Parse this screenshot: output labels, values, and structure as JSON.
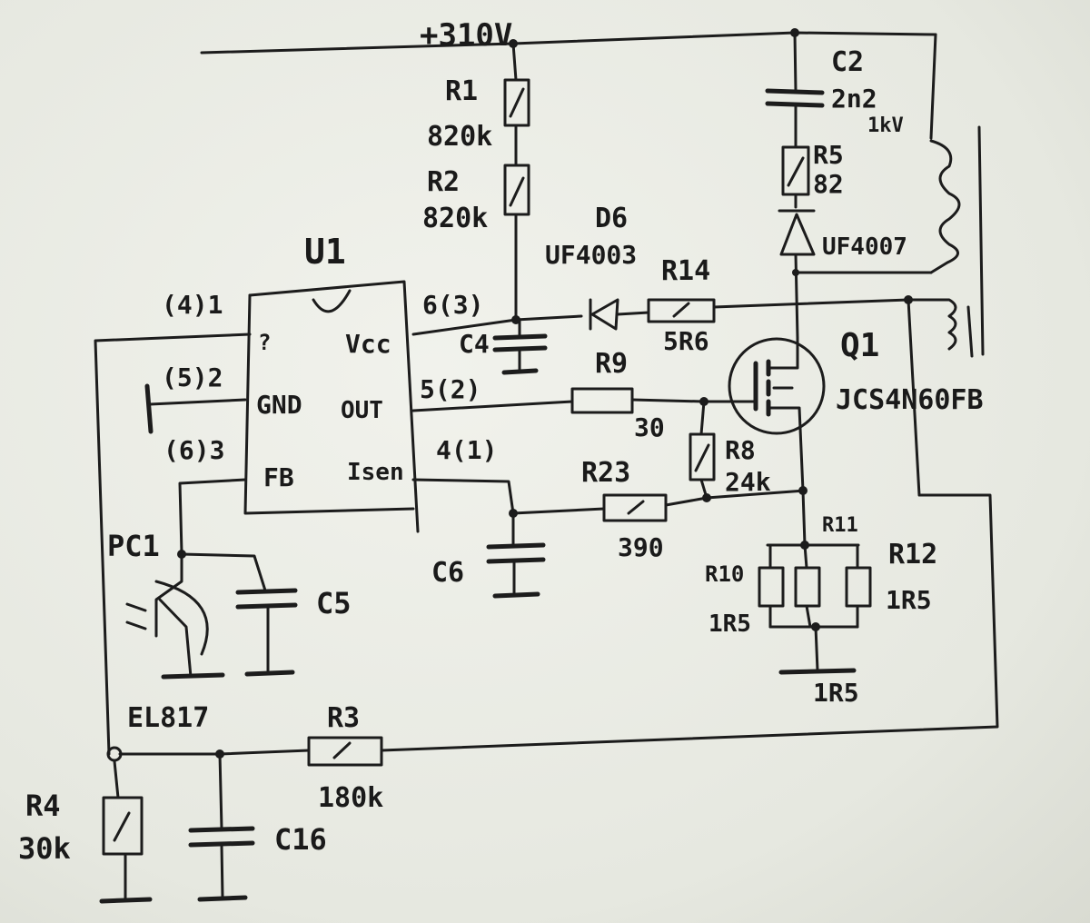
{
  "supply": "+310V",
  "components": {
    "r1": {
      "ref": "R1",
      "value": "820k"
    },
    "r2": {
      "ref": "R2",
      "value": "820k"
    },
    "c2": {
      "ref": "C2",
      "value": "2n2",
      "rating": "1kV"
    },
    "r5": {
      "ref": "R5",
      "value": "82"
    },
    "d_snub": {
      "value": "UF4007"
    },
    "d6": {
      "ref": "D6",
      "value": "UF4003"
    },
    "r14": {
      "ref": "R14",
      "value": "5R6"
    },
    "u1": {
      "ref": "U1"
    },
    "c4": {
      "ref": "C4"
    },
    "r9": {
      "ref": "R9",
      "value": "30"
    },
    "r8": {
      "ref": "R8",
      "value": "24k"
    },
    "r23": {
      "ref": "R23",
      "value": "390"
    },
    "q1": {
      "ref": "Q1",
      "value": "JCS4N60FB"
    },
    "r11": {
      "ref": "R11"
    },
    "r10": {
      "ref": "R10",
      "value": "1R5"
    },
    "r12": {
      "ref": "R12",
      "value": "1R5"
    },
    "r_bottom": {
      "value": "1R5"
    },
    "c6": {
      "ref": "C6"
    },
    "pc1": {
      "ref": "PC1",
      "value": "EL817"
    },
    "c5": {
      "ref": "C5"
    },
    "r3": {
      "ref": "R3",
      "value": "180k"
    },
    "r4": {
      "ref": "R4",
      "value": "30k"
    },
    "c16": {
      "ref": "C16"
    }
  },
  "u1_pins": {
    "vcc": "Vcc",
    "gnd": "GND",
    "out": "OUT",
    "fb": "FB",
    "isen": "Isen",
    "q": "?",
    "p1": "(4)1",
    "p2": "(5)2",
    "p3": "(6)3",
    "p6": "6(3)",
    "p5": "5(2)",
    "p4": "4(1)"
  }
}
